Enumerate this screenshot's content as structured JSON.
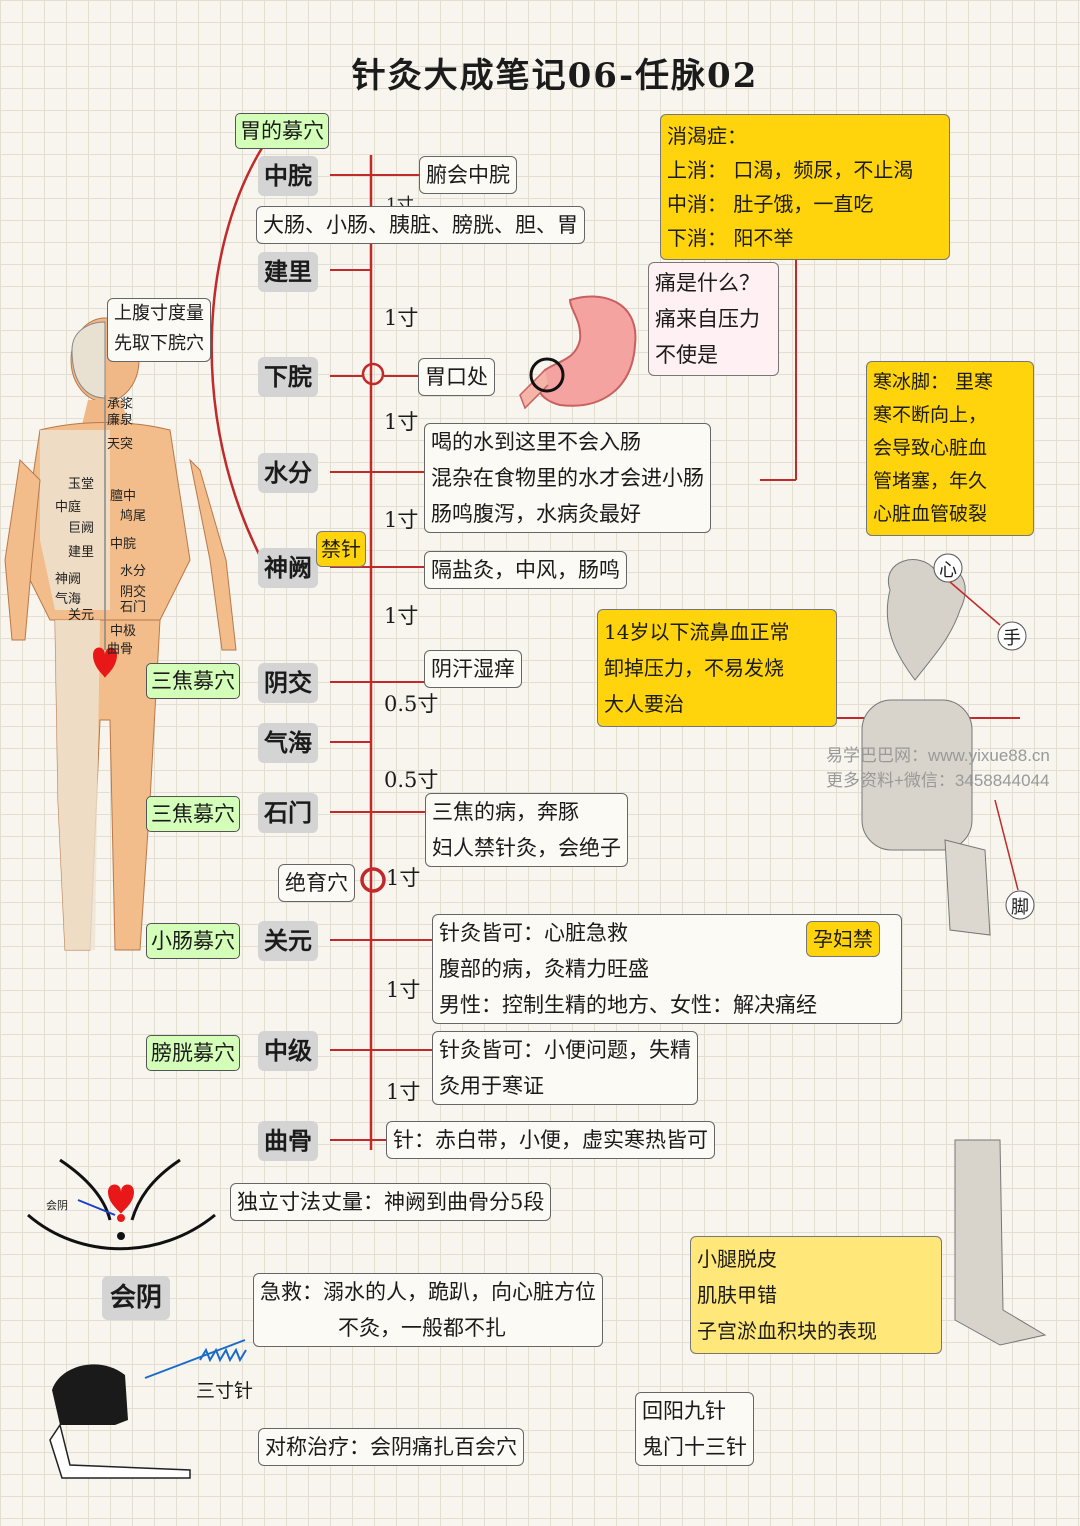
{
  "title": "针灸大成笔记06-任脉02",
  "points": {
    "zhongwan": "中脘",
    "jianli": "建里",
    "xiawan": "下脘",
    "shuifen": "水分",
    "shenque": "神阙",
    "yinjiao": "阴交",
    "qihai": "气海",
    "shimen": "石门",
    "guanyuan": "关元",
    "zhongji": "中级",
    "qugu": "曲骨",
    "huiyin": "会阴"
  },
  "mu_labels": {
    "stomach": "胃的募穴",
    "sanjiao1": "三焦募穴",
    "sanjiao2": "三焦募穴",
    "small_intestine": "小肠募穴",
    "bladder": "膀胱募穴"
  },
  "cun": {
    "c1": "1寸",
    "c2": "1寸",
    "c3": "1寸",
    "c4": "1寸",
    "c5": "1寸",
    "c6": "0.5寸",
    "c7": "0.5寸",
    "c8": "1寸",
    "c9": "1寸",
    "c10": "1寸"
  },
  "notes": {
    "fuhui": "腑会中脘",
    "organs": "大肠、小肠、胰脏、膀胱、胆、胃",
    "upper_abd_1": "上腹寸度量",
    "upper_abd_2": "先取下脘穴",
    "weikou": "胃口处",
    "water": [
      "喝的水到这里不会入肠",
      "混杂在食物里的水才会进小肠",
      "肠鸣腹泻，水病灸最好"
    ],
    "forbid": "禁针",
    "shenque_note": "隔盐灸，中风，肠鸣",
    "yinjiao_note": "阴汗湿痒",
    "shimen_note": [
      "三焦的病，奔豚",
      "妇人禁针灸，会绝子"
    ],
    "juyu": "绝育穴",
    "guanyuan_note": [
      "针灸皆可：心脏急救",
      "腹部的病，灸精力旺盛",
      "男性：控制生精的地方、女性：解决痛经"
    ],
    "pregnant": "孕妇禁",
    "zhongji_note": [
      "针灸皆可：小便问题，失精",
      "灸用于寒证"
    ],
    "qugu_note": "针：赤白带，小便，虚实寒热皆可",
    "duli": "独立寸法丈量：神阙到曲骨分5段",
    "huiyin_note": [
      "急救：溺水的人，跪趴，向心脏方位",
      "不灸，一般都不扎"
    ],
    "sancun": "三寸针",
    "symmetry": "对称治疗：会阴痛扎百会穴",
    "calf": [
      "小腿脱皮",
      "肌肤甲错",
      "子宫淤血积块的表现"
    ],
    "huiyang": [
      "回阳九针",
      "鬼门十三针"
    ],
    "huiyin_small": "会阴"
  },
  "xiaoke": [
    "消渴症：",
    "上消：  口渴，频尿，不止渴",
    "中消：  肚子饿，一直吃",
    "下消：  阳不举"
  ],
  "pain": [
    "痛是什么？",
    "痛来自压力",
    "不使是"
  ],
  "cold_feet": [
    "寒冰脚：  里寒",
    "寒不断向上，",
    "会导致心脏血",
    "管堵塞，年久",
    "心脏血管破裂"
  ],
  "nosebleed": [
    "14岁以下流鼻血正常",
    "卸掉压力，不易发烧",
    "大人要治"
  ],
  "anatomy": {
    "heart": "心",
    "hand": "手",
    "foot": "脚"
  },
  "body_labels": [
    "承浆",
    "廉泉",
    "天突",
    "玉堂",
    "膻中",
    "中庭",
    "鸠尾",
    "巨阙",
    "中脘",
    "建里",
    "水分",
    "神阙",
    "阴交",
    "气海",
    "石门",
    "关元",
    "中极",
    "曲骨"
  ],
  "watermarks": {
    "w1": "易学巴巴网：www.yixue88.cn",
    "w2": "更多资料+微信：3458844044"
  },
  "colors": {
    "meridian": "#c12a2a",
    "yellow": "#ffd40c",
    "green": "#d4ffb8",
    "grey": "#d4d4d4"
  }
}
